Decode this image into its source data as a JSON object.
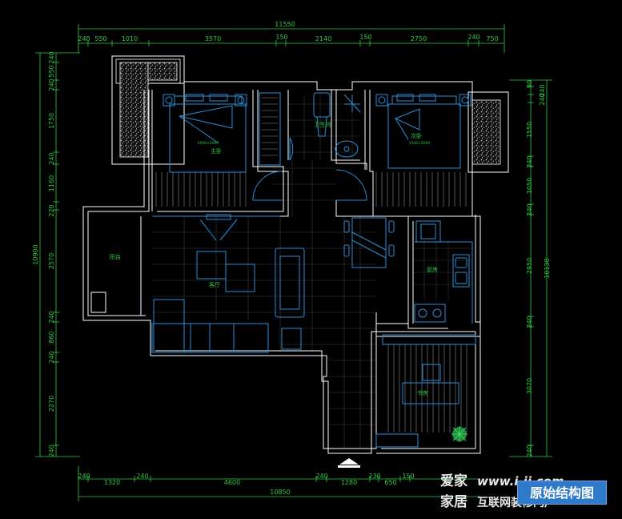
{
  "dimensions": {
    "top_total": "11550",
    "top_segments": [
      "240",
      "550",
      "1010",
      "3570",
      "150",
      "2140",
      "150",
      "2750",
      "240",
      "750"
    ],
    "bottom_total": "10850",
    "bottom_segments": [
      "240",
      "1320",
      "240",
      "4600",
      "240",
      "1280",
      "230",
      "650",
      "150"
    ],
    "left_total": "10900",
    "left_segments": [
      "240",
      "550",
      "240",
      "1750",
      "240",
      "1160",
      "220",
      "2570",
      "240",
      "860",
      "240",
      "2270",
      "240"
    ],
    "right_total": "10130",
    "right_segments": [
      "90",
      "240",
      "240",
      "1550",
      "240",
      "1050",
      "240",
      "2950",
      "240",
      "3070",
      "240"
    ]
  },
  "rooms": {
    "master_bedroom": "主卧",
    "master_bed_size": "2500×2000",
    "bathroom": "卫生间",
    "second_bedroom": "次卧",
    "second_bed_size": "1500×2000",
    "balcony": "阳台",
    "living_room": "客厅",
    "kitchen": "厨房",
    "study": "书房"
  },
  "watermark": {
    "brand_cn": "爱家",
    "url": "www.i-jj.com",
    "brand_cn_2": "家居",
    "slogan": "互联网装修门户"
  },
  "badge": "原始结构图",
  "colors": {
    "dimension": "#2ecc40",
    "wall": "#ffffff",
    "furniture": "#2a8fd8",
    "background": "#000000"
  }
}
